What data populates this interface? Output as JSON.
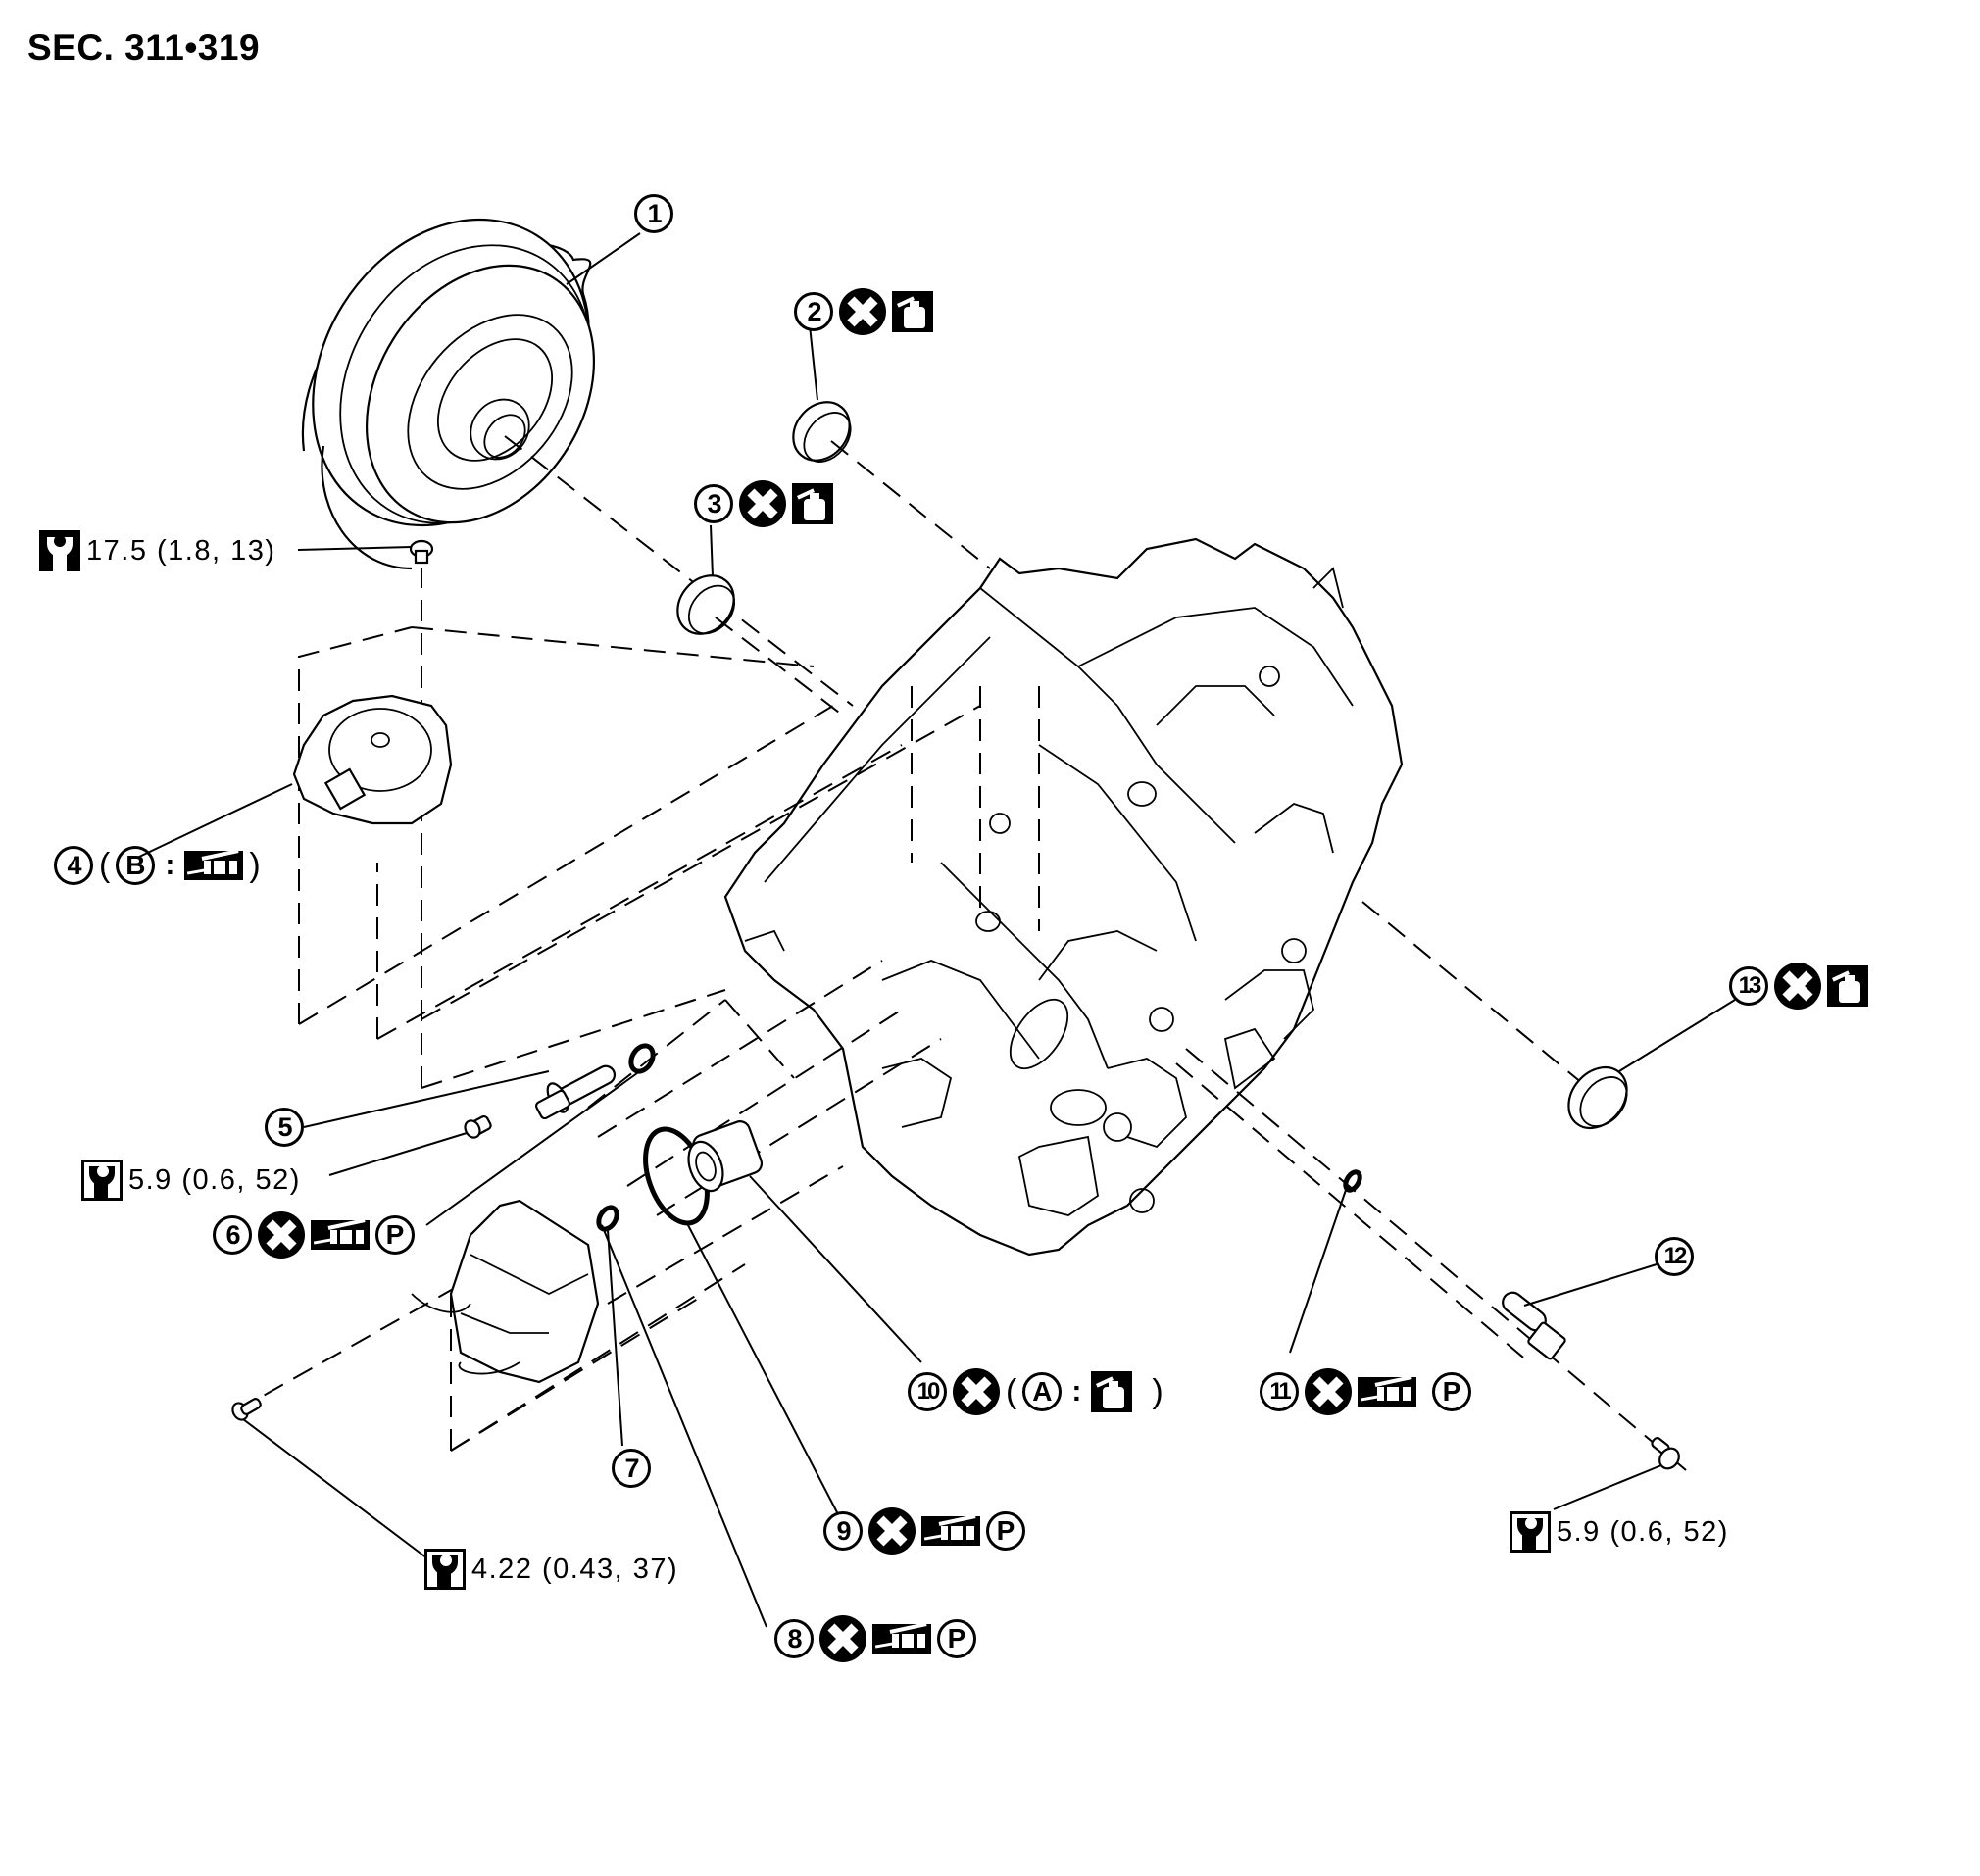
{
  "section_title": "SEC. 311•319",
  "symbols": {
    "replace": "x-circle-icon (always replace)",
    "fluid": "fluid-bottle-icon (apply fluid)",
    "grease": "grease-tube-icon (apply grease)",
    "torque": "torque-wrench-icon",
    "petroleum_jelly": "P"
  },
  "parts": [
    {
      "num": "1"
    },
    {
      "num": "2",
      "replace": true,
      "fluid": true
    },
    {
      "num": "3",
      "replace": true,
      "fluid": true
    },
    {
      "num": "4",
      "paren_letter": "B",
      "grease": true
    },
    {
      "num": "5"
    },
    {
      "num": "6",
      "replace": true,
      "grease": true,
      "p": "P"
    },
    {
      "num": "7"
    },
    {
      "num": "8",
      "replace": true,
      "grease": true,
      "p": "P"
    },
    {
      "num": "9",
      "replace": true,
      "grease": true,
      "p": "P"
    },
    {
      "num": "10",
      "replace": true,
      "paren_letter": "A",
      "fluid": true
    },
    {
      "num": "11",
      "replace": true,
      "grease": true,
      "p": "P"
    },
    {
      "num": "12"
    },
    {
      "num": "13",
      "replace": true,
      "fluid": true
    }
  ],
  "torques": [
    {
      "text": "17.5 (1.8, 13)"
    },
    {
      "text": "5.9 (0.6, 52)"
    },
    {
      "text": "4.22 (0.43, 37)"
    },
    {
      "text": "5.9 (0.6, 52)"
    }
  ],
  "punct": {
    "open": "(",
    "close": ")",
    "colon": ":"
  }
}
